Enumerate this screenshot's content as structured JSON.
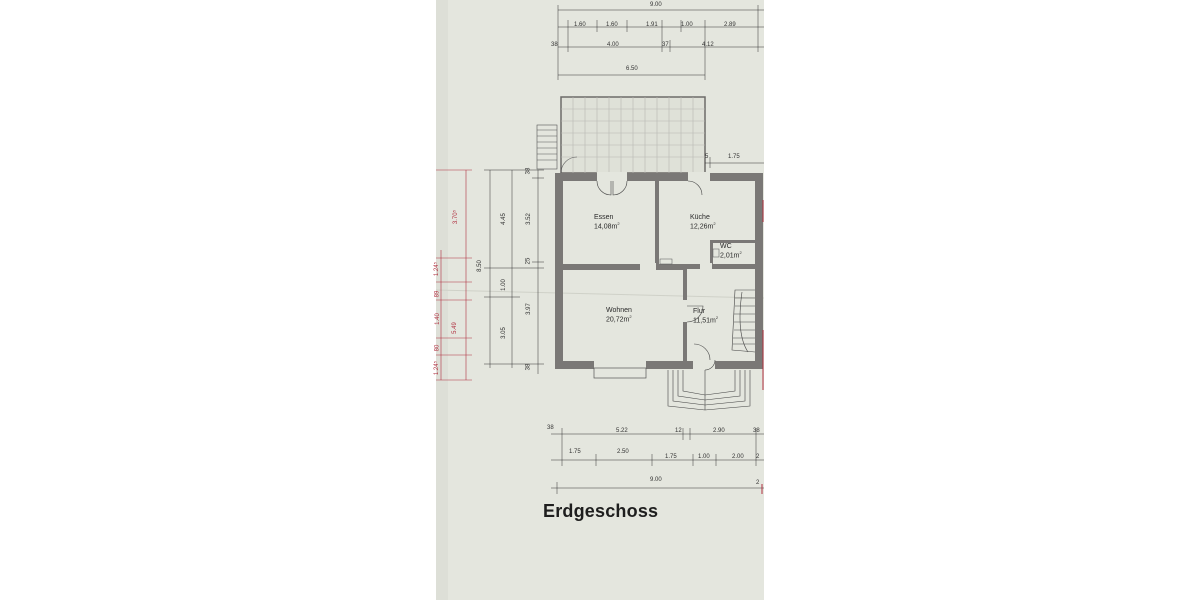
{
  "title": "Erdgeschoss",
  "rooms": {
    "essen": {
      "name": "Essen",
      "area": "14,08m",
      "sup": "2"
    },
    "kueche": {
      "name": "Küche",
      "area": "12,26m",
      "sup": "2"
    },
    "wc": {
      "name": "WC",
      "area": "2,01m",
      "sup": "2"
    },
    "wohnen": {
      "name": "Wohnen",
      "area": "20,72m",
      "sup": "2"
    },
    "flur": {
      "name": "Flur",
      "area": "11,51m",
      "sup": "2"
    }
  },
  "dimensions": {
    "top": {
      "overall": "9.00",
      "row1": [
        "1.60",
        "1.60",
        "1.91",
        "1.00",
        "2.89"
      ],
      "row2": [
        "38",
        "4.00",
        "37",
        "4.12"
      ],
      "terrace": "6.50",
      "side_small": "5",
      "side": "1.75"
    },
    "bottom": {
      "row1": [
        "38",
        "5.22",
        "12",
        "2.90",
        "38"
      ],
      "row2": [
        "1.75",
        "2.50",
        "1.75",
        "1.00",
        "2.00",
        "2"
      ],
      "overall": "9.00",
      "overall_end": "2"
    },
    "left": {
      "outer_black": "8.50",
      "mid_black": [
        "4.45",
        "1.00"
      ],
      "inner": [
        "38",
        "3.52",
        "25",
        "3.97",
        "38"
      ],
      "mid2": "3.05",
      "red": [
        "3.70⁵",
        "1.24⁵",
        "89",
        "1.40",
        "5.49",
        "80",
        "1.24⁵"
      ]
    }
  },
  "colors": {
    "wall": "#7a7876",
    "paper": "#e4e6de",
    "red_dim": "#b03040"
  }
}
